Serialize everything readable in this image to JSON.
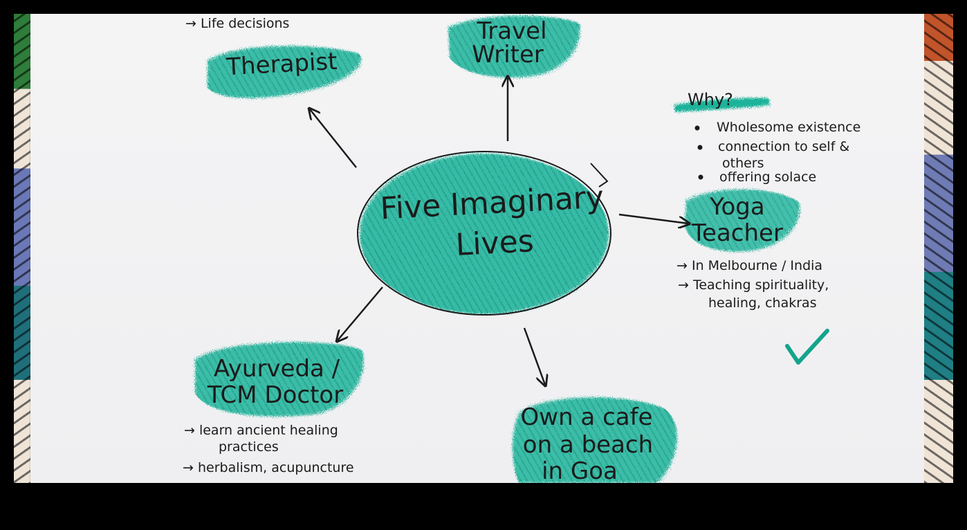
{
  "center": {
    "line1": "Five Imaginary",
    "line2": "Lives"
  },
  "nodes": {
    "therapist": {
      "label": "Therapist",
      "notes": [
        "→ Life decisions"
      ]
    },
    "travel_writer": {
      "line1": "Travel",
      "line2": "Writer"
    },
    "yoga": {
      "line1": "Yoga",
      "line2": "Teacher",
      "why_heading": "Why?",
      "why_points": [
        "Wholesome existence",
        "connection to self &",
        "others",
        "offering solace"
      ],
      "notes": [
        "→ In Melbourne / India",
        "→ Teaching spirituality,",
        "healing, chakras"
      ],
      "checkmark": "check-icon"
    },
    "ayurveda": {
      "line1": "Ayurveda /",
      "line2": "TCM Doctor",
      "notes": [
        "→ learn ancient healing",
        "practices",
        "→ herbalism, acupuncture"
      ]
    },
    "cafe": {
      "line1": "Own a cafe",
      "line2": "on a beach",
      "line3": "in Goa"
    }
  },
  "colors": {
    "teal": "#1fb39a",
    "teal_dark": "#0e8f7a",
    "ink": "#1b1b1b",
    "paper": "#f3f3f4"
  }
}
